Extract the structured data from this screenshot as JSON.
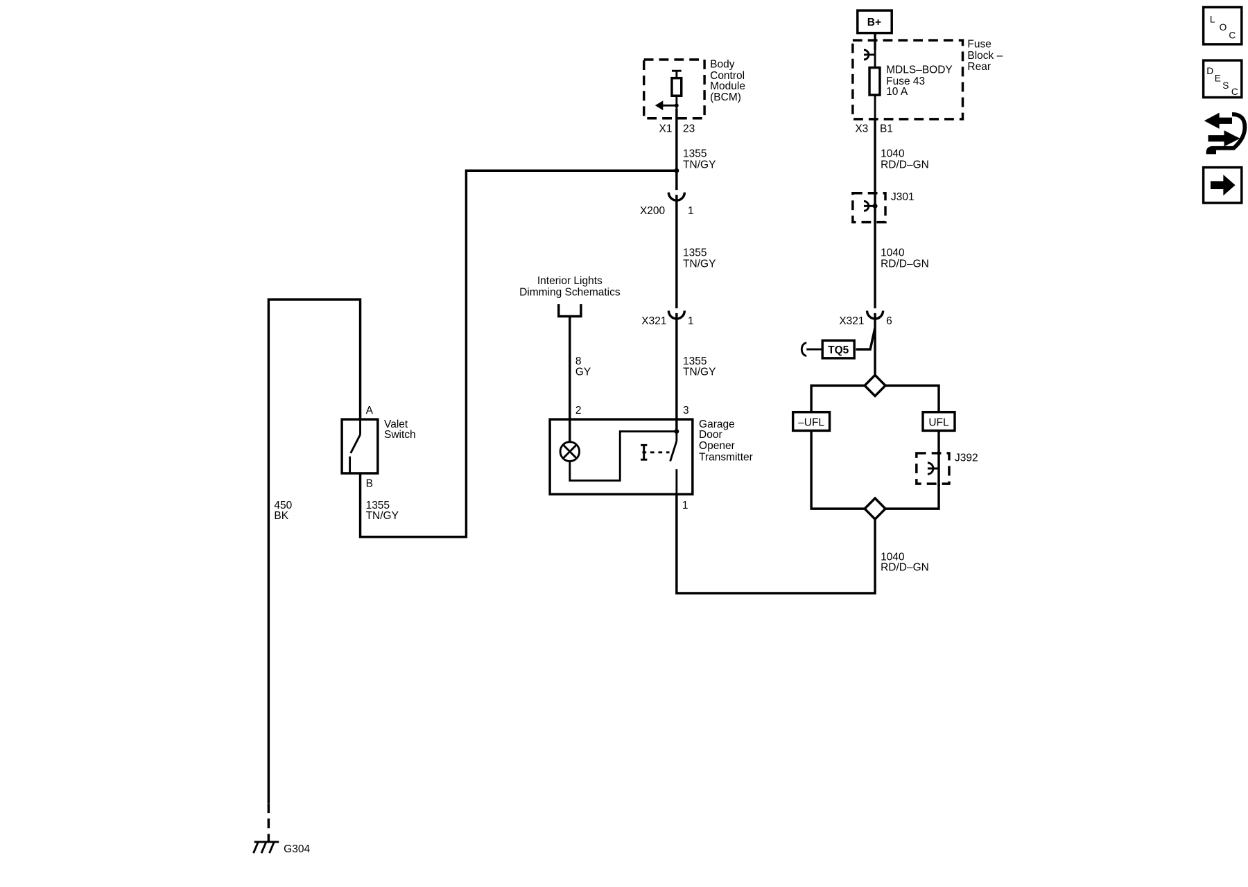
{
  "components": {
    "bcm": {
      "lines": [
        "Body",
        "Control",
        "Module",
        "(BCM)"
      ],
      "conn": "X1",
      "pin": "23"
    },
    "fuse_block": {
      "lines": [
        "Fuse",
        "Block –",
        "Rear"
      ],
      "conn": "X3",
      "pin": "B1",
      "fuse_lines": [
        "MDLS–BODY",
        "Fuse 43",
        "10 A"
      ]
    },
    "battery": {
      "label": "B+"
    },
    "valet_switch": {
      "lines": [
        "Valet",
        "Switch"
      ],
      "pin_a": "A",
      "pin_b": "B"
    },
    "gdo": {
      "lines": [
        "Garage",
        "Door",
        "Opener",
        "Transmitter"
      ],
      "pin_2": "2",
      "pin_3": "3",
      "pin_1": "1"
    },
    "interior_lights": {
      "lines": [
        "Interior Lights",
        "Dimming Schematics"
      ]
    },
    "ground": {
      "label": "G304"
    },
    "tq5": {
      "label": "TQ5"
    },
    "ufl_left": {
      "label": "–UFL"
    },
    "ufl_right": {
      "label": "UFL"
    }
  },
  "connectors": {
    "x200": {
      "name": "X200",
      "pin": "1"
    },
    "x321_a": {
      "name": "X321",
      "pin": "1"
    },
    "x321_b": {
      "name": "X321",
      "pin": "6"
    }
  },
  "splices": {
    "j301": "J301",
    "j392": "J392"
  },
  "wires": {
    "w1355_bcm": {
      "num": "1355",
      "color": "TN/GY"
    },
    "w1355_mid": {
      "num": "1355",
      "color": "TN/GY"
    },
    "w1355_gdo": {
      "num": "1355",
      "color": "TN/GY"
    },
    "w1355_valet": {
      "num": "1355",
      "color": "TN/GY"
    },
    "w450": {
      "num": "450",
      "color": "BK"
    },
    "w8": {
      "num": "8",
      "color": "GY"
    },
    "w1040_top": {
      "num": "1040",
      "color": "RD/D–GN"
    },
    "w1040_mid": {
      "num": "1040",
      "color": "RD/D–GN"
    },
    "w1040_bot": {
      "num": "1040",
      "color": "RD/D–GN"
    }
  },
  "nav_icons": {
    "loc": {
      "letters": [
        "L",
        "O",
        "C"
      ]
    },
    "desc": {
      "letters": [
        "D",
        "E",
        "S",
        "C"
      ]
    },
    "tools": {
      "icon": "wrench-arrows-icon"
    },
    "next": {
      "icon": "arrow-right-icon"
    }
  }
}
